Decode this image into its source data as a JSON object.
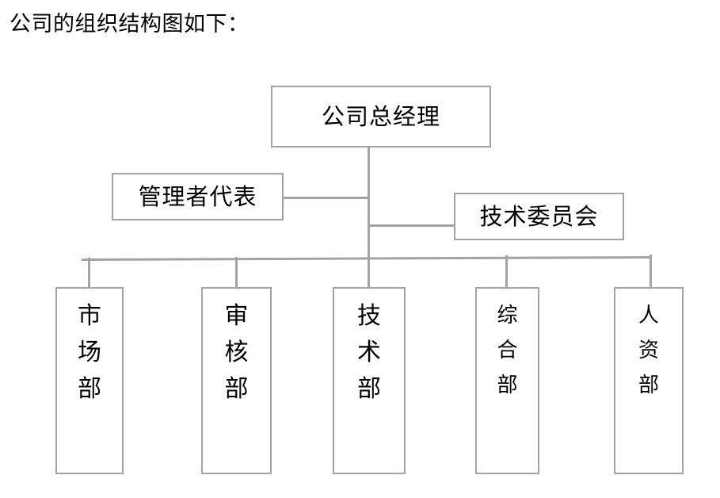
{
  "caption": "公司的组织结构图如下：",
  "colors": {
    "box_border": "#a3a3a3",
    "connector": "#a3a3a3",
    "text": "#000000",
    "background": "#ffffff"
  },
  "chart_data": {
    "type": "diagram",
    "diagram_type": "organization-chart",
    "title": "公司的组织结构图如下：",
    "orientation": "top-down",
    "nodes": [
      {
        "id": "gm",
        "label": "公司总经理",
        "level": 0,
        "text_orientation": "horizontal"
      },
      {
        "id": "mgmt",
        "label": "管理者代表",
        "level": 1,
        "text_orientation": "horizontal"
      },
      {
        "id": "techcom",
        "label": "技术委员会",
        "level": 1,
        "text_orientation": "horizontal"
      },
      {
        "id": "dept1",
        "label": "市场部",
        "level": 2,
        "text_orientation": "vertical"
      },
      {
        "id": "dept2",
        "label": "审核部",
        "level": 2,
        "text_orientation": "vertical"
      },
      {
        "id": "dept3",
        "label": "技术部",
        "level": 2,
        "text_orientation": "vertical"
      },
      {
        "id": "dept4",
        "label": "综合部",
        "level": 2,
        "text_orientation": "vertical"
      },
      {
        "id": "dept5",
        "label": "人资部",
        "level": 2,
        "text_orientation": "vertical"
      }
    ],
    "edges": [
      {
        "from": "gm",
        "to": "mgmt"
      },
      {
        "from": "gm",
        "to": "techcom"
      },
      {
        "from": "gm",
        "to": "dept1"
      },
      {
        "from": "gm",
        "to": "dept2"
      },
      {
        "from": "gm",
        "to": "dept3"
      },
      {
        "from": "gm",
        "to": "dept4"
      },
      {
        "from": "gm",
        "to": "dept5"
      }
    ]
  },
  "nodes": {
    "gm": {
      "label": "公司总经理"
    },
    "mgmt": {
      "label": "管理者代表"
    },
    "techcom": {
      "label": "技术委员会"
    },
    "dept1": {
      "label": "市场部",
      "chars": [
        "市",
        "场",
        "部"
      ]
    },
    "dept2": {
      "label": "审核部",
      "chars": [
        "审",
        "核",
        "部"
      ]
    },
    "dept3": {
      "label": "技术部",
      "chars": [
        "技",
        "术",
        "部"
      ]
    },
    "dept4": {
      "label": "综合部",
      "chars": [
        "综",
        "合",
        "部"
      ]
    },
    "dept5": {
      "label": "人资部",
      "chars": [
        "人",
        "资",
        "部"
      ]
    }
  }
}
